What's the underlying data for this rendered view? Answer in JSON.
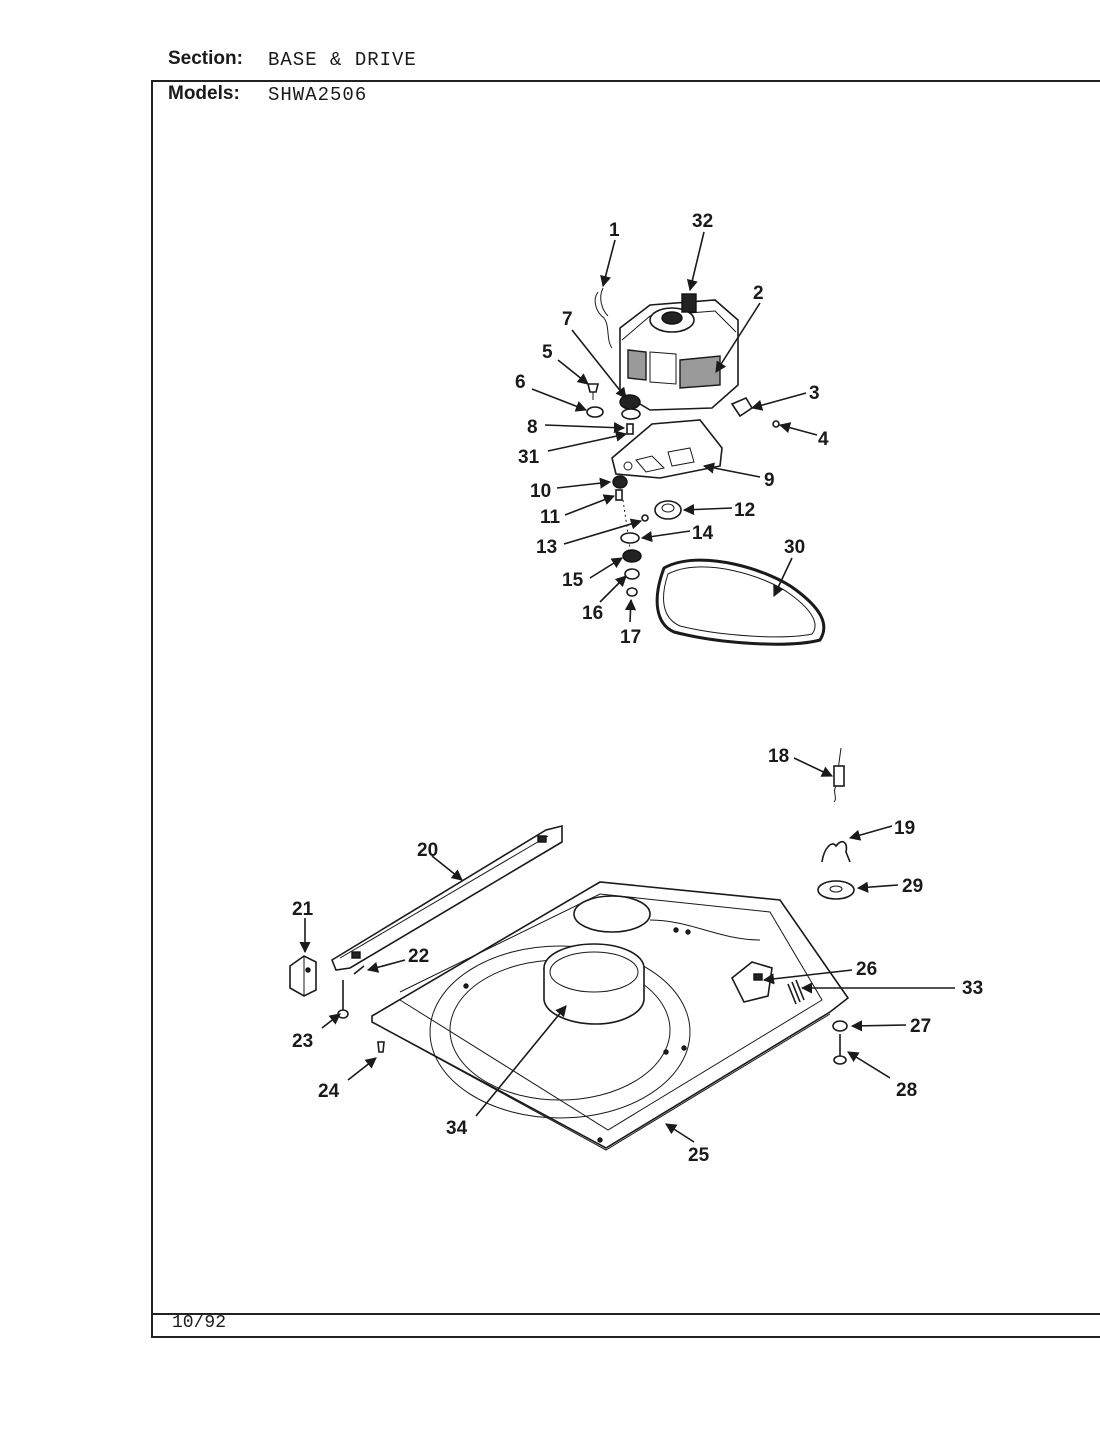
{
  "header": {
    "section_label": "Section:",
    "section_value": "BASE & DRIVE",
    "models_label": "Models:",
    "models_value": "SHWA2506"
  },
  "footer": {
    "date": "10/92"
  },
  "callouts": [
    "1",
    "2",
    "3",
    "4",
    "5",
    "6",
    "7",
    "8",
    "9",
    "10",
    "11",
    "12",
    "13",
    "14",
    "15",
    "16",
    "17",
    "18",
    "19",
    "20",
    "21",
    "22",
    "23",
    "24",
    "25",
    "26",
    "27",
    "28",
    "29",
    "30",
    "31",
    "32",
    "33",
    "34"
  ]
}
